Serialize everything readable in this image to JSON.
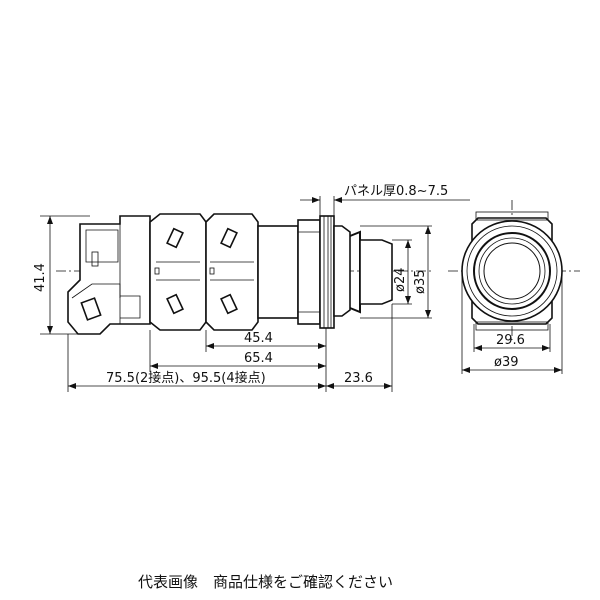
{
  "drawing": {
    "labels": {
      "panel_thickness": "パネル厚0.8~7.5",
      "height": "41.4",
      "dia_inner": "ø24",
      "dia_outer": "ø35",
      "front_inner": "29.6",
      "front_outer": "ø39",
      "depth_45": "45.4",
      "depth_65": "65.4",
      "depth_total": "75.5(2接点)、95.5(4接点)",
      "bezel_length": "23.6"
    },
    "caption": "代表画像　商品仕様をご確認ください"
  }
}
